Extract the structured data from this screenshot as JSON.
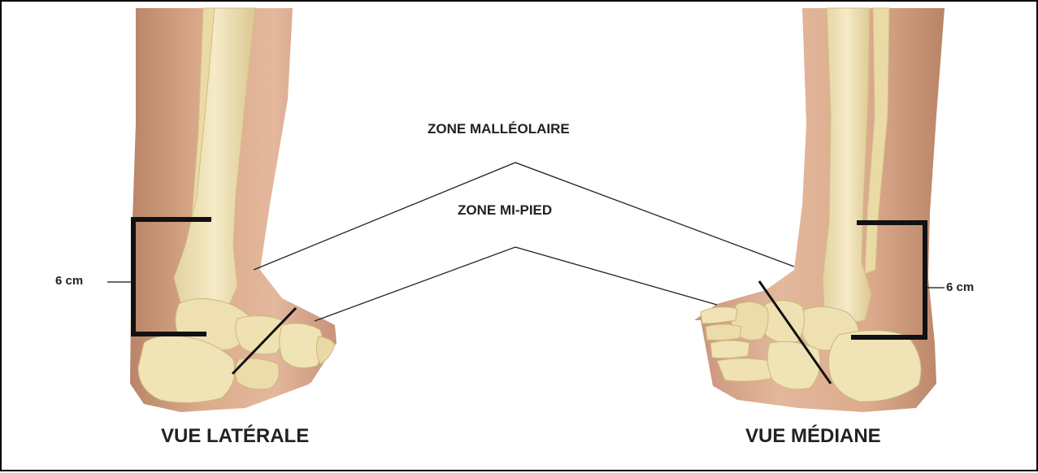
{
  "labels": {
    "zone_malleolaire": "ZONE MALLÉOLAIRE",
    "zone_mi_pied": "ZONE MI-PIED",
    "view_lateral": "VUE LATÉRALE",
    "view_medial": "VUE MÉDIANE"
  },
  "measurements": {
    "left": "6 cm",
    "right": "6 cm"
  },
  "colors": {
    "skin": "#d8a587",
    "skin_dark": "#b98467",
    "bone": "#efe2b4",
    "bone_shade": "#d9c48e",
    "bracket": "#111111",
    "line": "#222222"
  }
}
